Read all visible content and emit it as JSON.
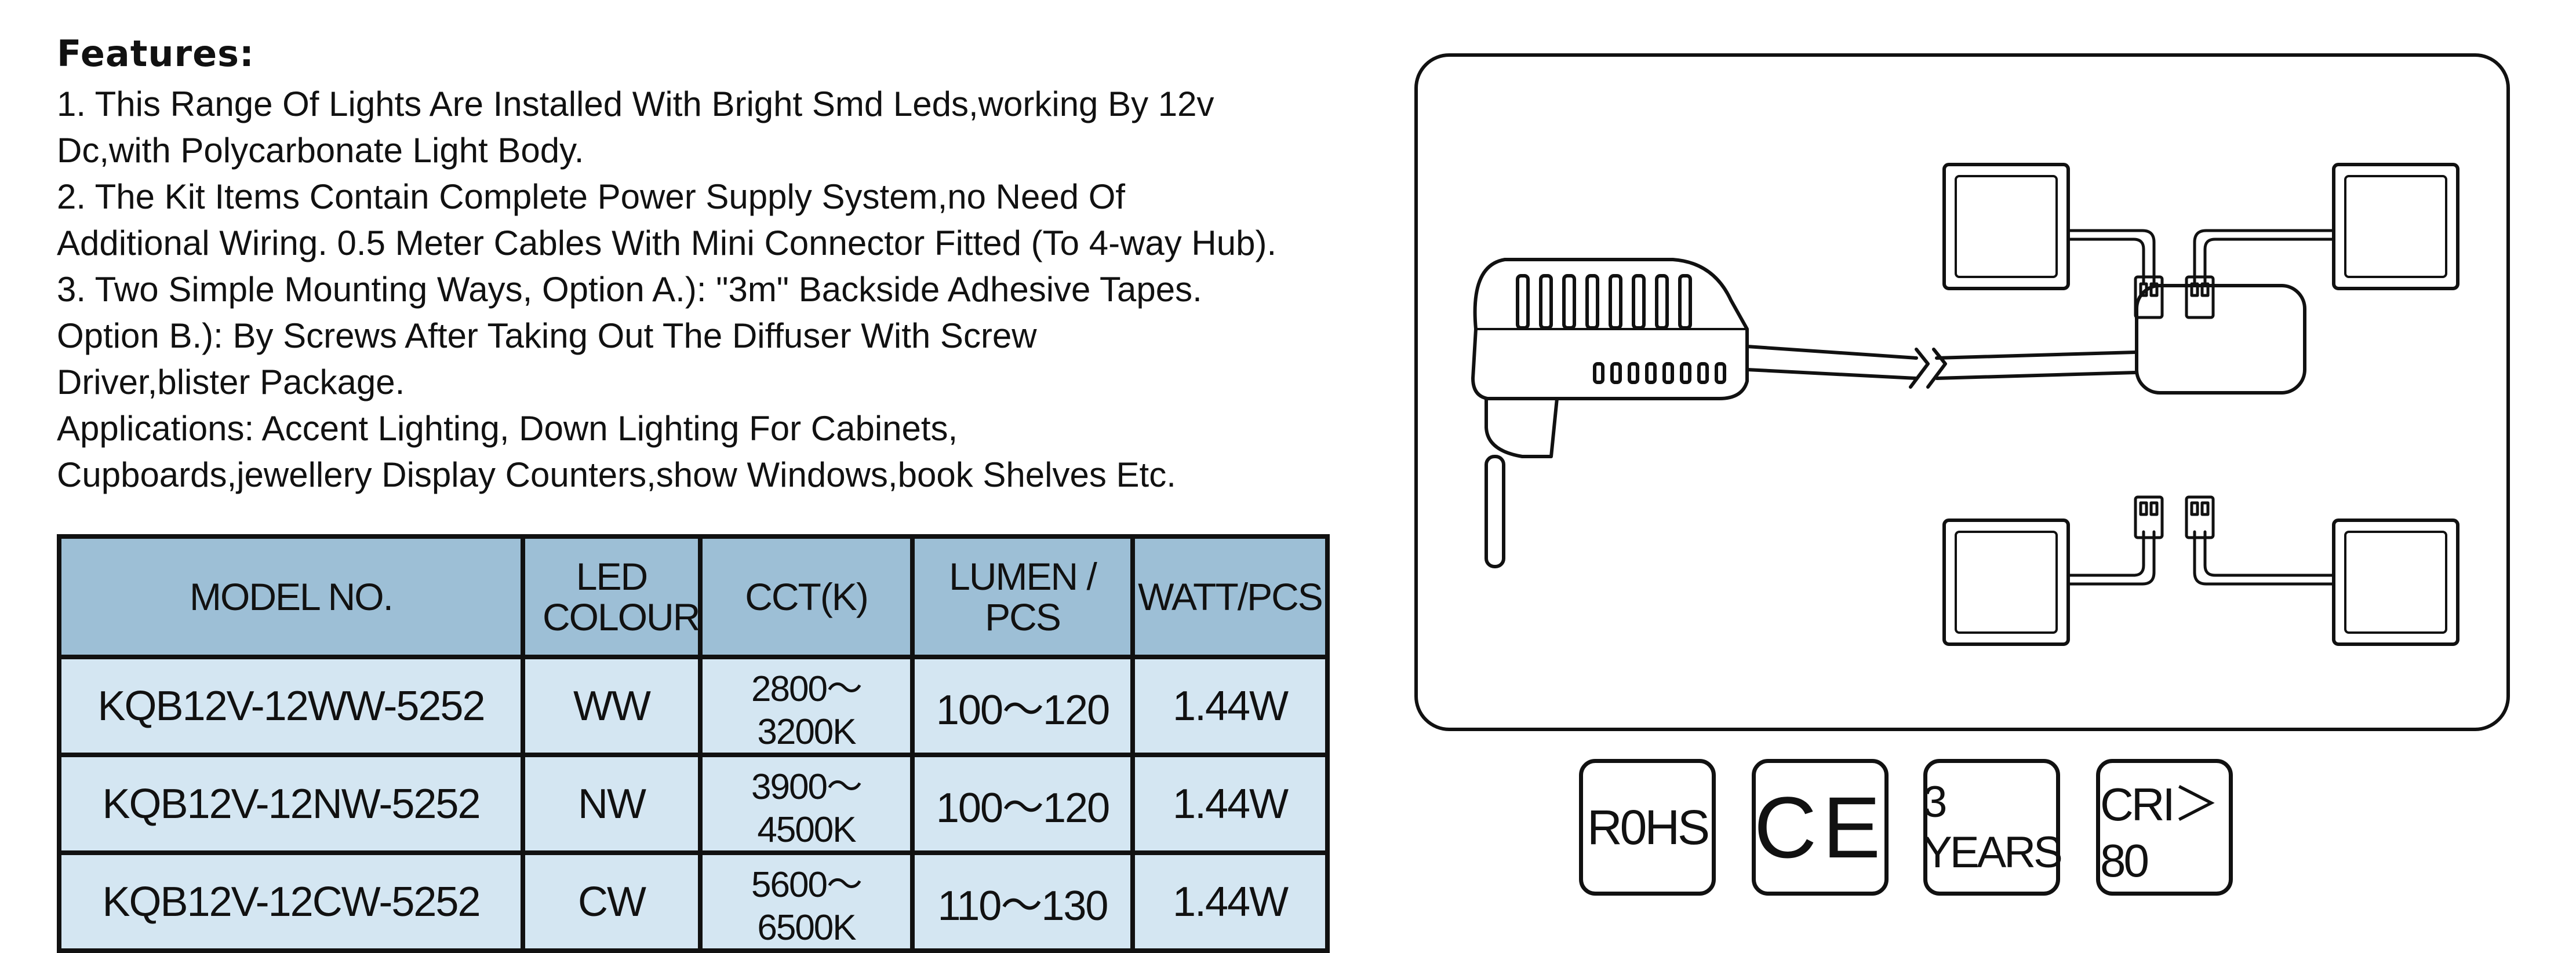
{
  "features": {
    "heading": "Features:",
    "lines": [
      "1. This Range Of Lights Are Installed With Bright  Smd Leds,working By 12v",
      "Dc,with  Polycarbonate Light Body.",
      "2. The Kit Items Contain Complete Power Supply System,no Need Of",
      "Additional Wiring. 0.5 Meter Cables With Mini Connector Fitted (To 4-way Hub).",
      "3. Two Simple Mounting Ways, Option A.):   \"3m\" Backside Adhesive Tapes.",
      "Option B.):  By Screws After Taking Out The Diffuser With Screw",
      "Driver,blister Package.",
      "Applications: Accent Lighting, Down Lighting For Cabinets,",
      "Cupboards,jewellery Display Counters,show Windows,book Shelves Etc."
    ]
  },
  "table": {
    "headers": [
      "MODEL NO.",
      "LED COLOUR",
      "CCT(K)",
      "LUMEN / PCS",
      "WATT/PCS"
    ],
    "rows": [
      [
        "KQB12V-12WW-5252",
        "WW",
        "2800～3200K",
        "100～120",
        "1.44W"
      ],
      [
        "KQB12V-12NW-5252",
        "NW",
        "3900～4500K",
        "100～120",
        "1.44W"
      ],
      [
        "KQB12V-12CW-5252",
        "CW",
        "5600～6500K",
        "110～130",
        "1.44W"
      ]
    ]
  },
  "badges": [
    "R0HS",
    "CE",
    "3 YEARS",
    "CRI＞80"
  ],
  "colors": {
    "header_bg": "#9dbfd6",
    "row_bg": "#d4e6f2"
  }
}
